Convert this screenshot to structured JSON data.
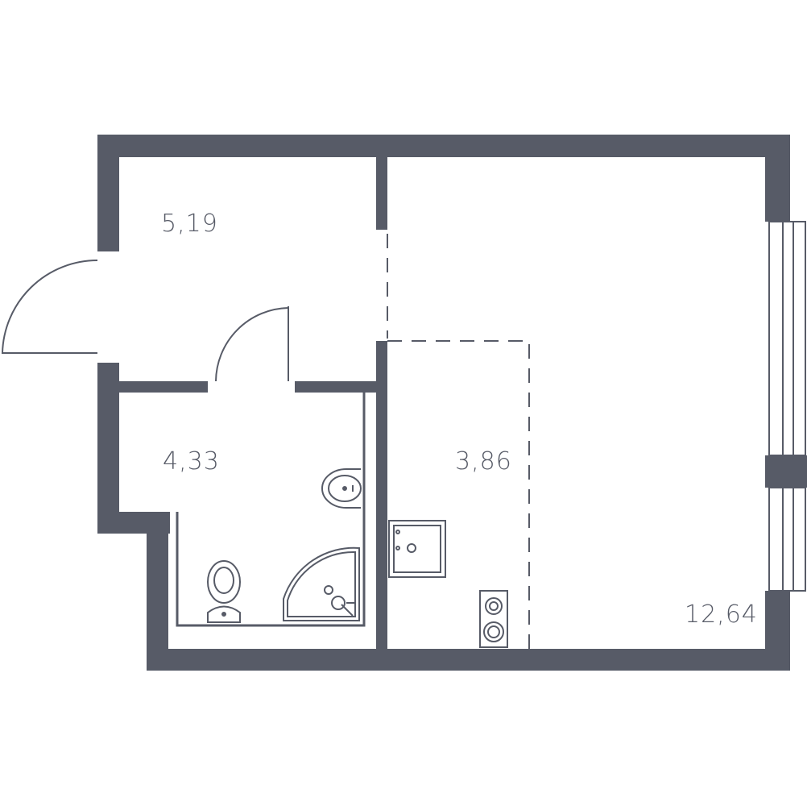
{
  "rooms": [
    {
      "id": "hall",
      "area": "5,19"
    },
    {
      "id": "bathroom",
      "area": "4,33"
    },
    {
      "id": "kitchen",
      "area": "3,86"
    },
    {
      "id": "living",
      "area": "12,64"
    }
  ],
  "colors": {
    "wall": "#575b67",
    "line": "#575b67",
    "background": "#ffffff"
  },
  "icons": [
    "door-swing-icon",
    "toilet-icon",
    "sink-icon",
    "shower-icon",
    "kitchen-sink-icon",
    "stove-icon",
    "window-icon"
  ]
}
